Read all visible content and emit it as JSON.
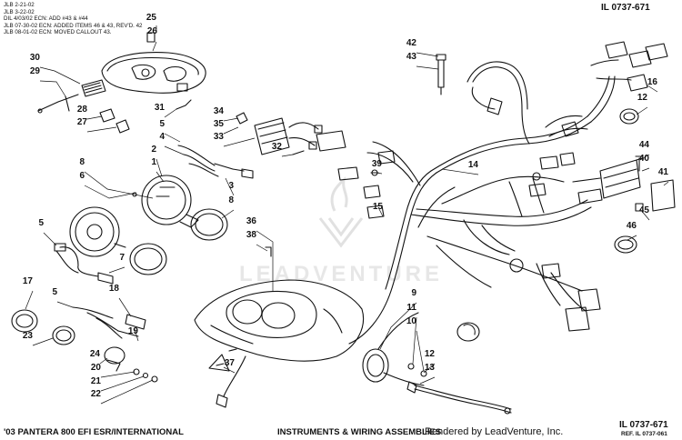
{
  "revisions": [
    "JLB 2-21-02",
    "JLB 3-22-02",
    "DIL 4/03/02 ECN: ADD #43 & #44",
    "JLB 07-30-02 ECN: ADDED ITEMS 46 & 43, REV'D. 42",
    "JLB 08-01-02 ECN: MOVED CALLOUT 43."
  ],
  "illustration_number": "IL 0737-671",
  "footer": {
    "model": "'03 PANTERA 800 EFI ESR/INTERNATIONAL",
    "section": "INSTRUMENTS & WIRING ASSEMBLIES",
    "rendered_by": "Rendered by LeadVenture, Inc.",
    "illustration_number": "IL 0737-671",
    "ref": "REF. IL 0737-061"
  },
  "watermark": "LEADVENTURE",
  "callouts": [
    "1",
    "2",
    "3",
    "4",
    "5",
    "6",
    "7",
    "8",
    "9",
    "10",
    "11",
    "12",
    "13",
    "14",
    "15",
    "16",
    "17",
    "18",
    "19",
    "20",
    "21",
    "22",
    "23",
    "24",
    "25",
    "26",
    "27",
    "28",
    "29",
    "30",
    "31",
    "32",
    "33",
    "34",
    "35",
    "36",
    "37",
    "38",
    "39",
    "40",
    "41",
    "42",
    "43",
    "44",
    "45",
    "46"
  ],
  "colors": {
    "ink": "#111111",
    "watermark": "#c9c9c9"
  }
}
